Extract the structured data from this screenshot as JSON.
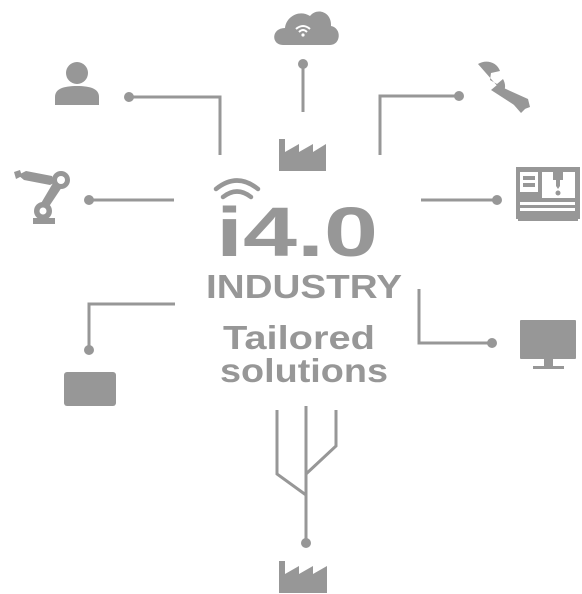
{
  "headline": {
    "big": "i4.0",
    "industry": "INDUSTRY",
    "tagline_line1": "Tailored",
    "tagline_line2": "solutions"
  },
  "colors": {
    "ink": "#979797",
    "background": "#ffffff"
  },
  "icons": [
    "cloud-wifi-icon",
    "factory-icon",
    "user-icon",
    "wrench-icon",
    "robot-arm-icon",
    "cnc-machine-icon",
    "tablet-icon",
    "monitor-icon",
    "wifi-icon"
  ]
}
